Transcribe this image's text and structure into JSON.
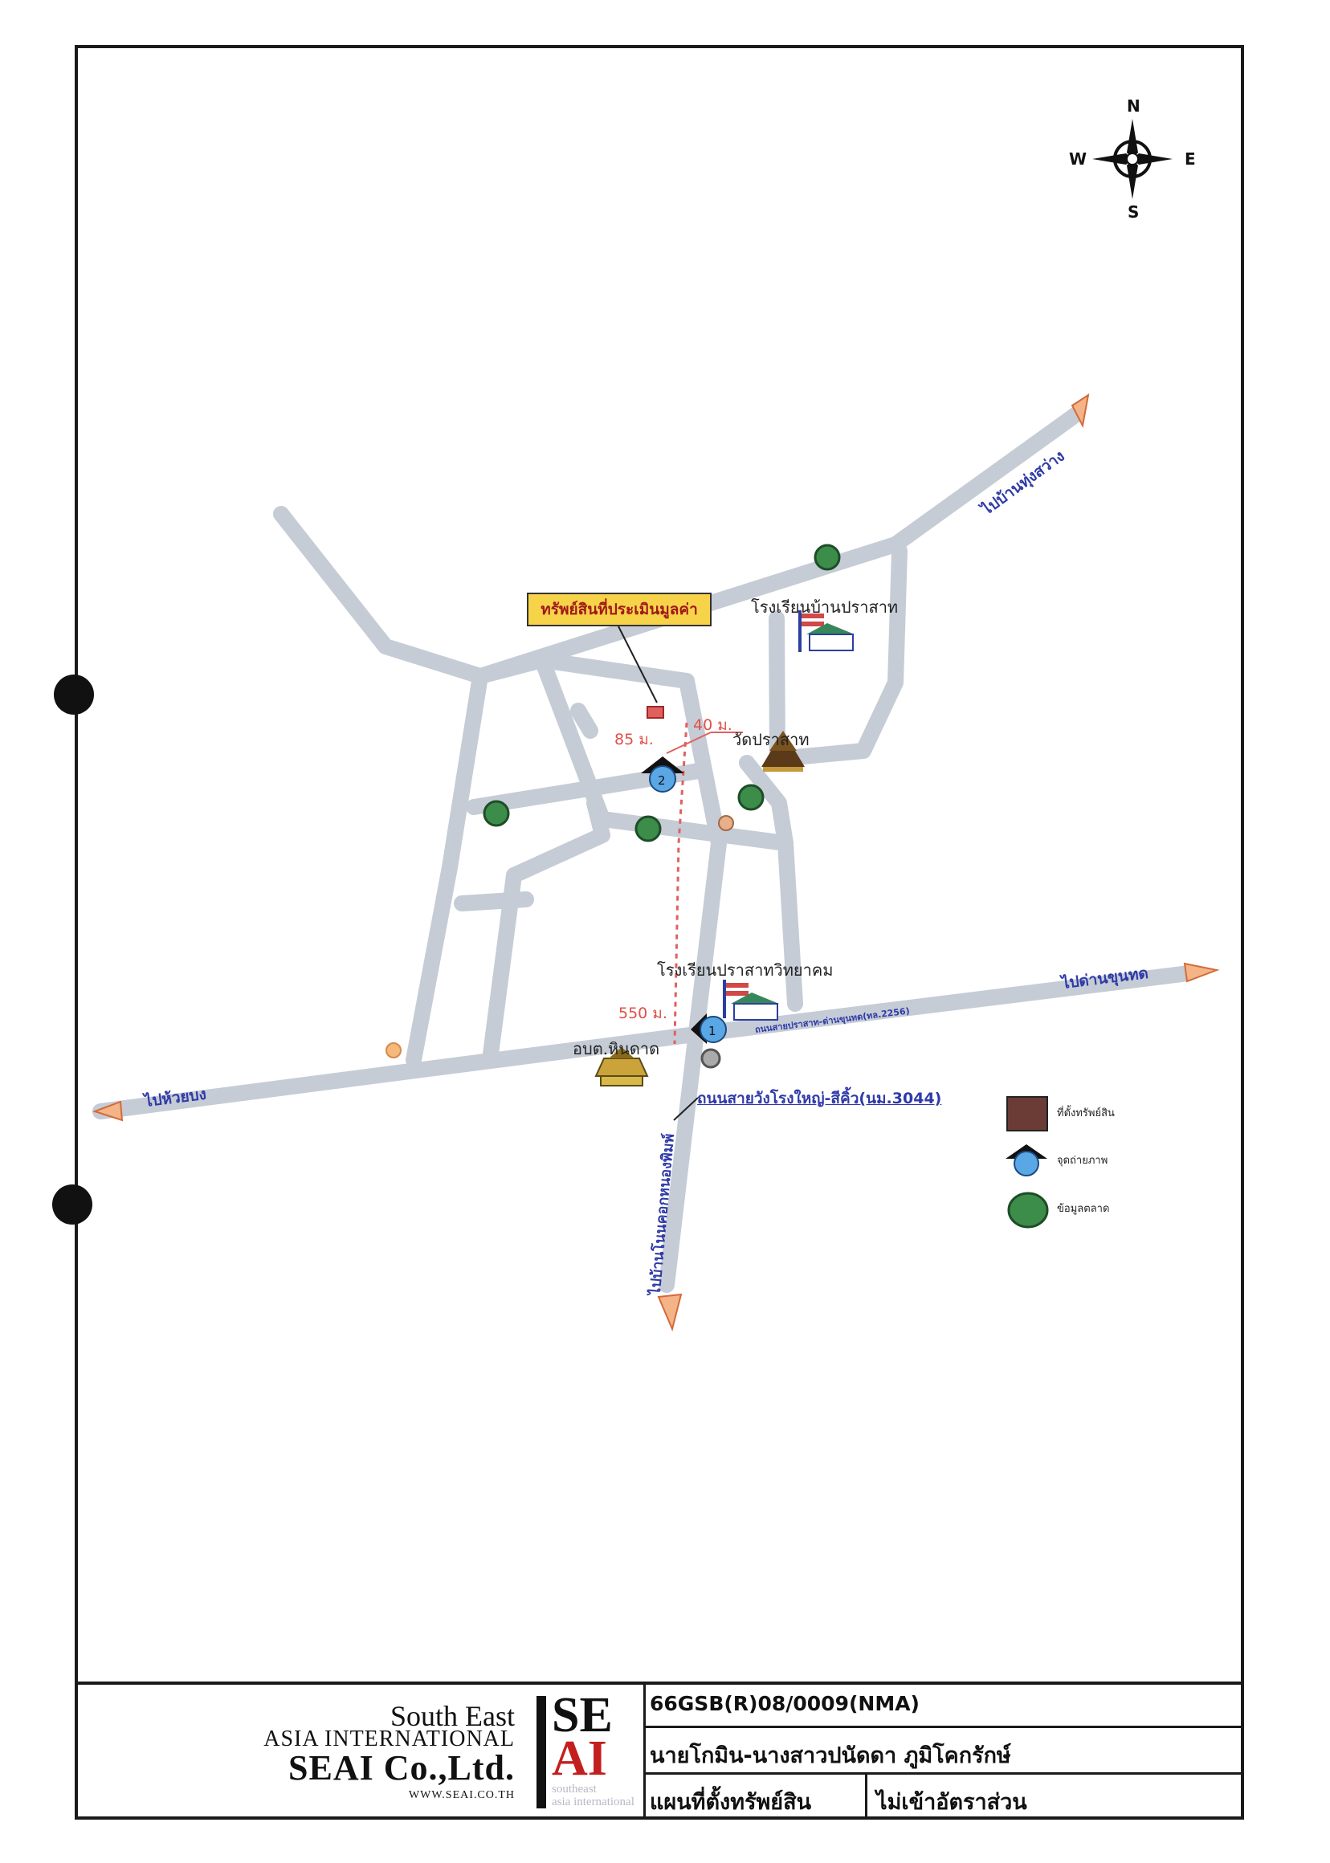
{
  "compass": {
    "north": "N",
    "south": "S",
    "east": "E",
    "west": "W"
  },
  "map": {
    "callout_label": "ทรัพย์สินที่ประเมินมูลค่า",
    "distances": {
      "d85": "85 ม.",
      "d40": "40 ม.",
      "d550": "550 ม."
    },
    "places": {
      "school_ban_prasat": "โรงเรียนบ้านปราสาท",
      "wat_prasat": "วัดปราสาท",
      "school_prasat_wittayakhom": "โรงเรียนปราสาทวิทยาคม",
      "obt_hin_dat": "อบต.หินดาด"
    },
    "road_labels": {
      "to_ban_thung_sawang": "ไปบ้านทุ่งสว่าง",
      "to_dan_khun_thot": "ไปด่านขุนทด",
      "to_huai_bong": "ไปห้วยบง",
      "to_ban_non_khong": "ไปบ้านโนนคอกหนองพิมพ์",
      "prasat_dan_khun_thot": "ถนนสายปราสาท-ด่านขุนทด(ทล.2256)",
      "highway": "ถนนสายวังโรงใหญ่-สีคิ้ว(นม.3044)"
    },
    "photo_points": [
      "1",
      "2"
    ]
  },
  "legend": {
    "property_location": "ที่ตั้งทรัพย์สิน",
    "photo_point": "จุดถ่ายภาพ",
    "market_data": "ข้อมูลตลาด"
  },
  "titleblock": {
    "company_line1": "South East",
    "company_line2": "ASIA INTERNATIONAL",
    "company_line3": "SEAI Co.,Ltd.",
    "company_url": "WWW.SEAI.CO.TH",
    "logo_top": "SE",
    "logo_bottom": "AI",
    "logo_sub1": "southeast",
    "logo_sub2": "asia international",
    "job_code": "66GSB(R)08/0009(NMA)",
    "owner": "นายโกมิน-นางสาวปนัดดา ภูมิโคกรักษ์",
    "doc_type": "แผนที่ตั้งทรัพย์สิน",
    "note": "ไม่เข้าอัตราส่วน"
  },
  "colors": {
    "road": "#c5ccd5",
    "arrow_fill": "#f4b487",
    "arrow_stroke": "#d46a3a",
    "market_green": "#3c8c4a",
    "photo_blue": "#5aa7e6",
    "property_brown": "#6b3b36",
    "route_dashed": "#e06060"
  }
}
